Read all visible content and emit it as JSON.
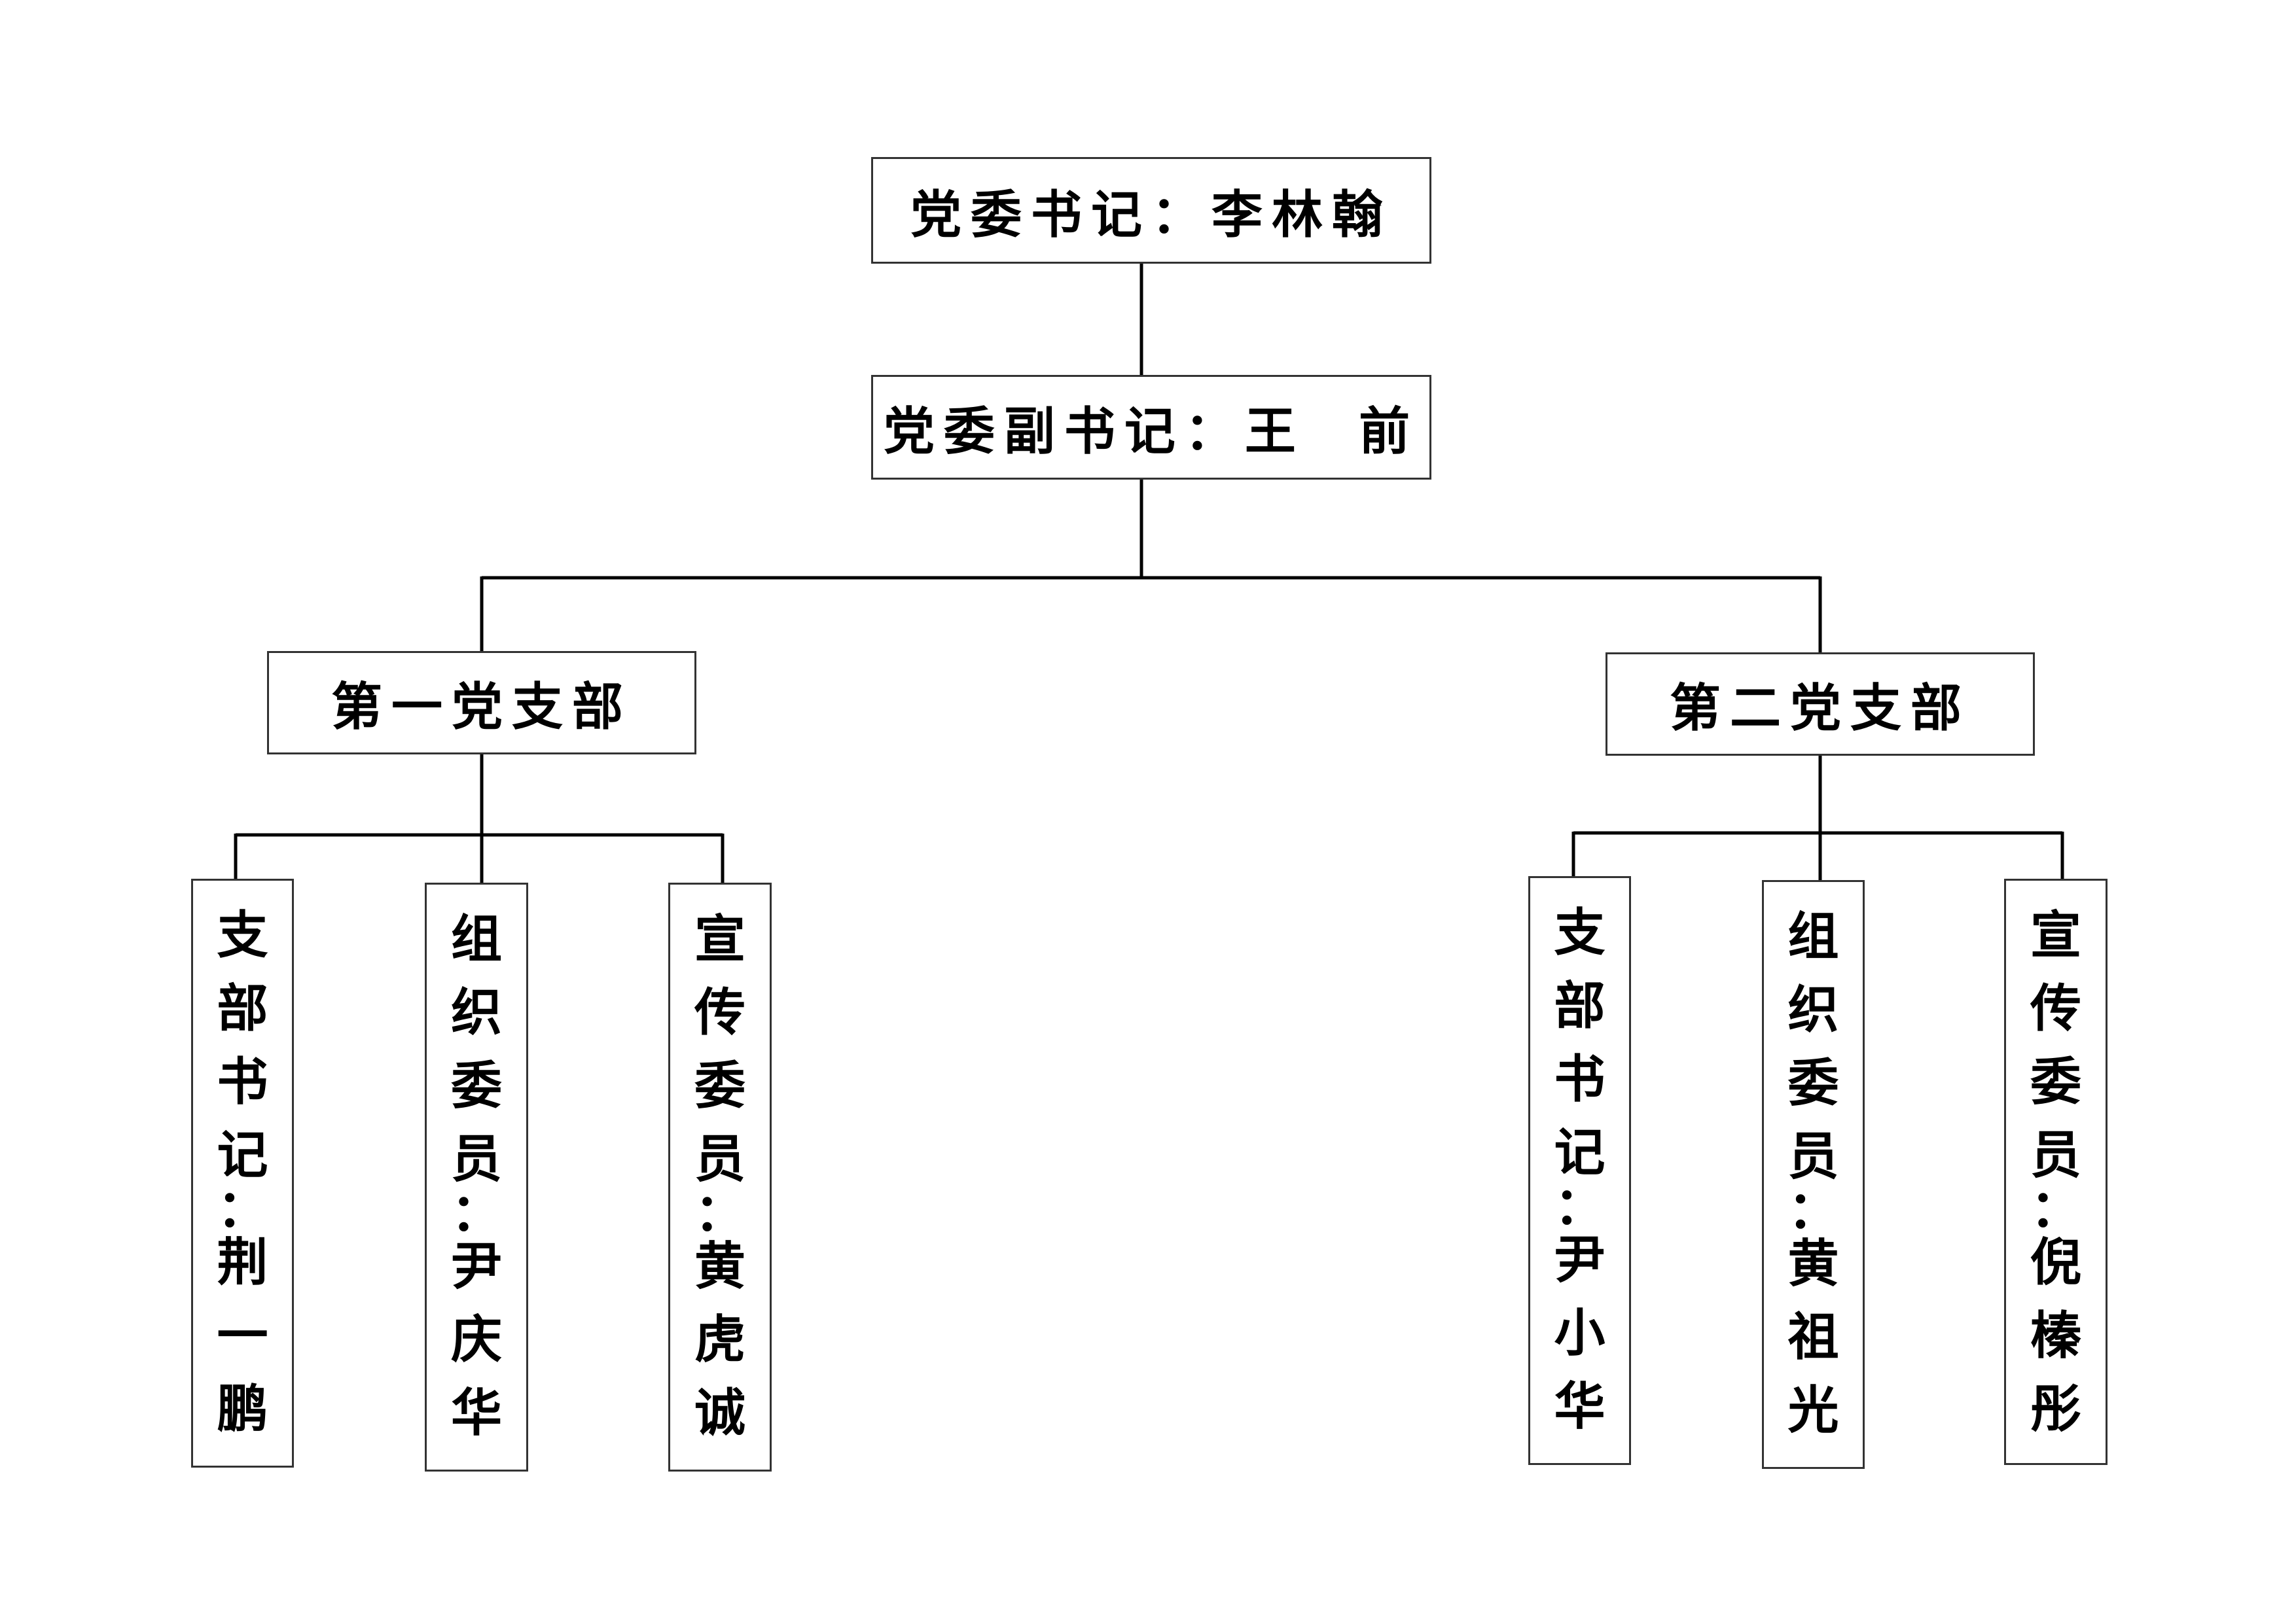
{
  "secretary": "党委书记：李林翰",
  "deputy_secretary": "党委副书记：王  前",
  "branches": [
    {
      "name": "第一党支部",
      "members": [
        {
          "role": "支部书记",
          "person": "荆一鹏"
        },
        {
          "role": "组织委员",
          "person": "尹庆华"
        },
        {
          "role": "宣传委员",
          "person": "黄虎诚"
        }
      ]
    },
    {
      "name": "第二党支部",
      "members": [
        {
          "role": "支部书记",
          "person": "尹小华"
        },
        {
          "role": "组织委员",
          "person": "黄祖光"
        },
        {
          "role": "宣传委员",
          "person": "倪榛彤"
        }
      ]
    }
  ]
}
